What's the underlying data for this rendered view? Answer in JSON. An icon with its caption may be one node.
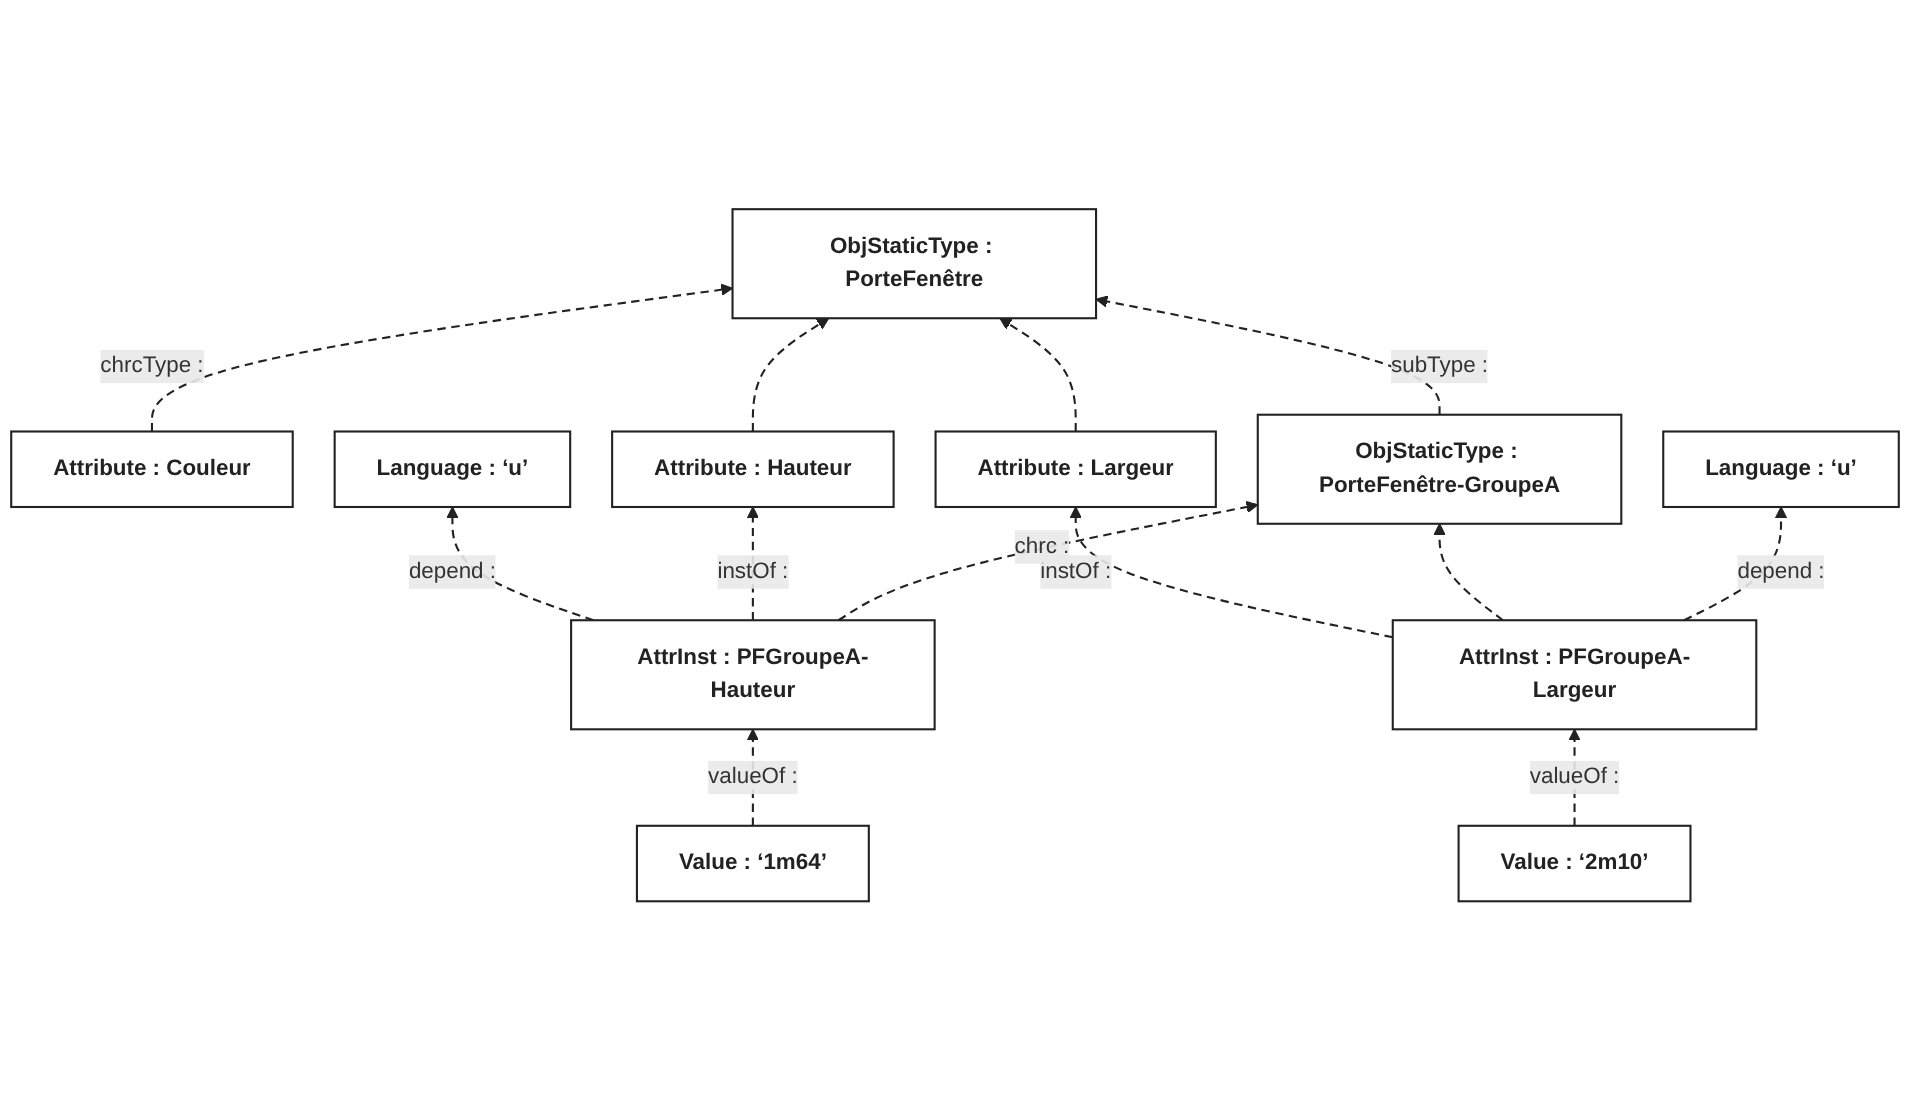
{
  "diagram": {
    "nodes": [
      {
        "text": [
          "ObjStaticType : PorteFenêtre"
        ]
      },
      {
        "text": [
          "Attribute : Couleur"
        ]
      },
      {
        "text": [
          "Attribute : Largeur"
        ]
      },
      {
        "text": [
          "Attribute : Hauteur"
        ]
      },
      {
        "text": [
          "Value : ‘1m64’"
        ]
      },
      {
        "text": [
          "Language : ‘u’"
        ]
      },
      {
        "text": [
          "ObjStaticType : PorteFenêtre-GroupeA"
        ]
      },
      {
        "text": [
          "AttrInst : PFGroupeA-Hauteur"
        ]
      },
      {
        "text": [
          "AttrInst : PFGroupeA-Largeur"
        ]
      },
      {
        "text": [
          "Value : ‘2m10’"
        ]
      },
      {
        "text": [
          "Language : ‘u’"
        ]
      }
    ],
    "edges": [
      {
        "from": 1,
        "to": 0,
        "arrow": "to",
        "label": "chrcType :",
        "style": "dashed"
      },
      {
        "from": 2,
        "to": 0,
        "arrow": "to",
        "style": "dashed"
      },
      {
        "from": 3,
        "to": 0,
        "arrow": "to",
        "style": "dashed"
      },
      {
        "from": 6,
        "to": 0,
        "arrow": "to",
        "label": "subType :",
        "style": "dashed"
      },
      {
        "from": 4,
        "to": 7,
        "arrow": "to",
        "label": "valueOf :",
        "style": "dashed"
      },
      {
        "from": 7,
        "to": 5,
        "arrow": "to",
        "label": "depend :",
        "style": "dashed"
      },
      {
        "from": 7,
        "to": 3,
        "arrow": "to",
        "label": "instOf :",
        "style": "dashed"
      },
      {
        "from": 8,
        "to": 2,
        "arrow": "to",
        "label": "instOf :",
        "style": "dashed"
      },
      {
        "from": 7,
        "to": 6,
        "arrow": "to",
        "label": "chrc :",
        "style": "dashed"
      },
      {
        "from": 8,
        "to": 6,
        "arrow": "to",
        "style": "dashed"
      },
      {
        "from": 9,
        "to": 8,
        "arrow": "to",
        "label": "valueOf :",
        "style": "dashed"
      },
      {
        "from": 8,
        "to": 10,
        "arrow": "to",
        "label": "depend :",
        "style": "dashed"
      }
    ]
  }
}
